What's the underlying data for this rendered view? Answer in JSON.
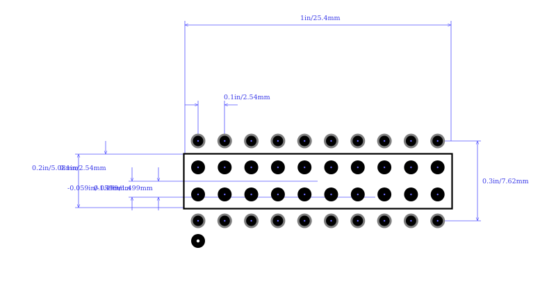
{
  "diagram": {
    "dims": {
      "total_length": "1in/25.4mm",
      "pitch": "0.1in/2.54mm",
      "row_span": "0.3in/7.62mm",
      "left_outer": "0.2in/5.08mm",
      "left_inner": "0.1in/2.54mm",
      "left_offset_a": "-0.059in/-1.499mm",
      "left_offset_b": "0.059in/1.499mm"
    },
    "pins_per_row": 10,
    "rows": 4,
    "colors": {
      "dimension": "#3a3ae8",
      "outline": "#000000",
      "pad_ring": "#808080",
      "pad_fill": "#000000"
    }
  }
}
